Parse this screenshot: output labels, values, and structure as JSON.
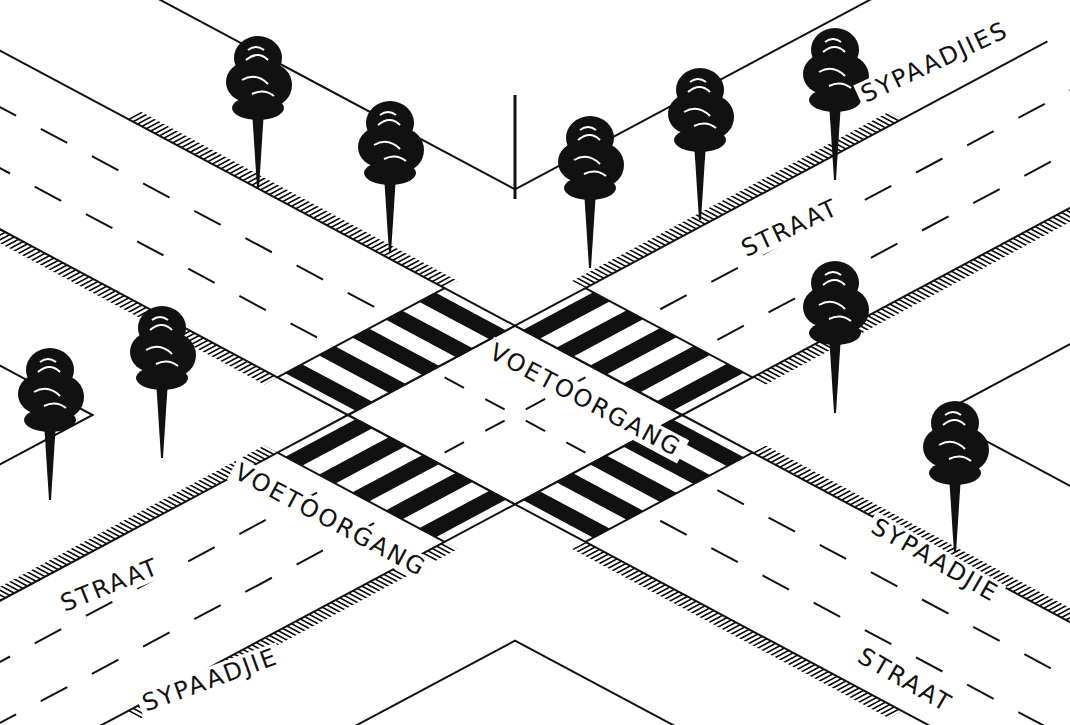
{
  "diagram": {
    "labels": [
      "SYPAADJIES",
      "STRAAT",
      "VOETOORGANG",
      "VOETOORGANG",
      "SYPAADJIE",
      "STRAAT",
      "STRAAT",
      "SYPAADJIE"
    ]
  }
}
